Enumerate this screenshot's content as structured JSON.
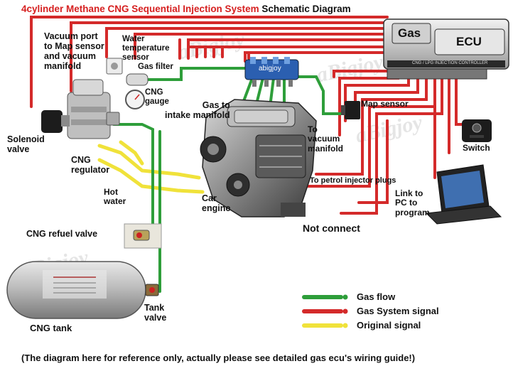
{
  "title": {
    "prefix": "4cylinder Methane CNG Sequential Injection System",
    "suffix": "Schematic Diagram"
  },
  "ecu": {
    "gas_label": "Gas",
    "ecu_label": "ECU",
    "controller_text": "CNG / LPG INJECTION CONTROLLER"
  },
  "injector_brand": "abigjoy",
  "labels": {
    "vacuum_port": "Vacuum port\nto Map sensor\nand vacuum\nmanifold",
    "water_temp": "Water\ntemperature\nsensor",
    "gas_filter": "Gas filter",
    "cng_gauge": "CNG\ngauge",
    "gas_to_intake": "Gas to\nintake manifold",
    "map_sensor": "Map sensor",
    "to_vacuum": "To\nvacuum\nmanifold",
    "switch": "Switch",
    "solenoid": "Solenoid\nvalve",
    "regulator": "CNG\nregulator",
    "hot_water": "Hot\nwater",
    "car_engine": "Car\nengine",
    "petrol_plugs": "To petrol injector plugs",
    "link_pc": "Link to\nPC to\nprogram",
    "not_connect": "Not connect",
    "refuel_valve": "CNG refuel valve",
    "tank_valve": "Tank\nvalve",
    "cng_tank": "CNG tank"
  },
  "legend": [
    {
      "label": "Gas flow",
      "color": "#2e9e3a"
    },
    {
      "label": "Gas System signal",
      "color": "#d42a2a"
    },
    {
      "label": "Original signal",
      "color": "#f0e23a"
    }
  ],
  "watermark": "aBigjoy",
  "footer": "(The diagram here for reference only, actually please see detailed gas ecu's wiring guide!)",
  "colors": {
    "gas_flow": "#2e9e3a",
    "gas_signal": "#d42a2a",
    "original_signal": "#f0e23a",
    "title_accent": "#d62020"
  }
}
